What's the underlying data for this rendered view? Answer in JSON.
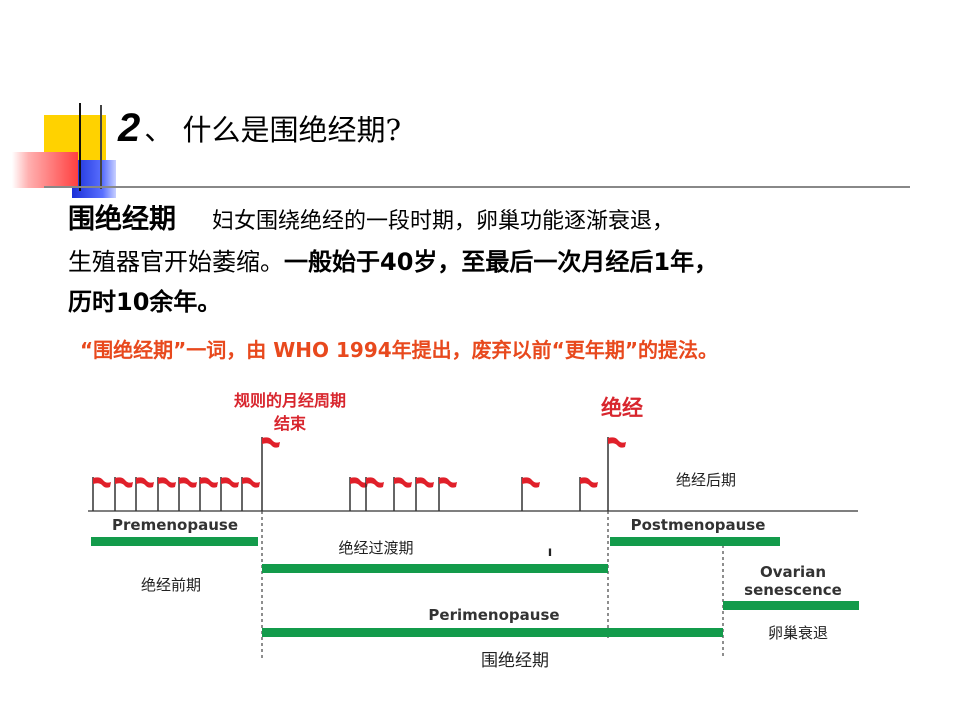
{
  "slide": {
    "title_number": "2",
    "title_text": "、 什么是围绝经期?",
    "definition_term": "围绝经期",
    "definition_line1": "妇女围绕绝经的一段时期，卵巢功能逐渐衰退，",
    "definition_line2a": "生殖器官开始萎缩。",
    "definition_line2b": "一般始于40岁，至最后一次月经后1年，",
    "definition_line3": "历时10余年。",
    "note": "“围绝经期”一词，由 WHO 1994年提出，废弃以前“更年期”的提法。"
  },
  "diagram": {
    "label_regular_end_line1": "规则的月经周期",
    "label_regular_end_line2": "结束",
    "label_menopause": "绝经",
    "label_post_cn": "绝经后期",
    "label_premenopause_en": "Premenopause",
    "label_postmenopause_en": "Postmenopause",
    "label_transition_cn": "绝经过渡期",
    "label_transition_mark": "ı",
    "label_pre_cn": "绝经前期",
    "label_ovarian_line1": "Ovarian",
    "label_ovarian_line2": "senescence",
    "label_perimenopause_en": "Perimenopause",
    "label_ovarian_cn": "卵巢衰退",
    "label_peri_cn": "围绝经期",
    "colors": {
      "flag": "#e0202a",
      "bar": "#139b4b",
      "accent_text": "#e8491d",
      "red_text": "#d8262e"
    }
  }
}
